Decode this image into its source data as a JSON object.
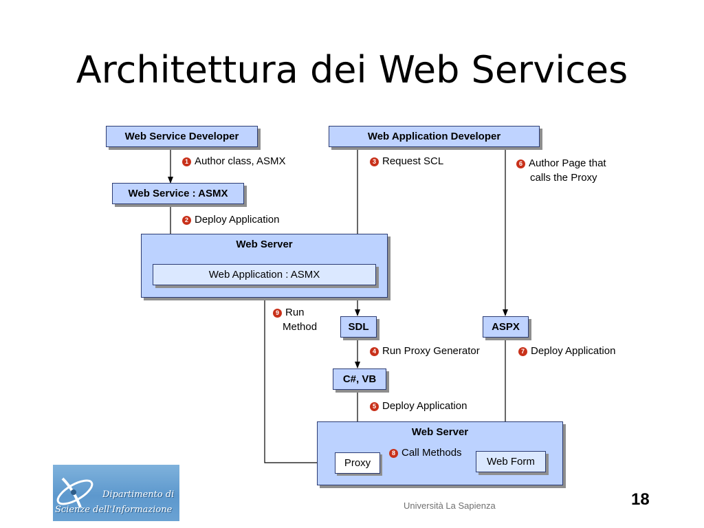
{
  "slide": {
    "title": "Architettura dei Web Services",
    "footer": "Università La Sapienza",
    "page_number": "18"
  },
  "logo": {
    "line1": "Dipartimento di",
    "line2": "Scienze dell'Informazione"
  },
  "diagram": {
    "web_service_developer": "Web Service Developer",
    "web_application_developer": "Web Application Developer",
    "web_service_asmx": "Web Service : ASMX",
    "web_server_1": "Web Server",
    "web_application_asmx": "Web Application : ASMX",
    "sdl": "SDL",
    "aspx": "ASPX",
    "csharp_vb": "C#, VB",
    "web_server_2": "Web Server",
    "proxy": "Proxy",
    "web_form": "Web Form"
  },
  "steps": [
    {
      "num": "1",
      "text": "Author class, ASMX"
    },
    {
      "num": "2",
      "text": "Deploy Application"
    },
    {
      "num": "3",
      "text": "Request SCL"
    },
    {
      "num": "4",
      "text": "Run Proxy Generator"
    },
    {
      "num": "5",
      "text": "Deploy Application"
    },
    {
      "num": "6",
      "line1": "Author Page that",
      "line2": "calls the Proxy"
    },
    {
      "num": "7",
      "text": "Deploy Application"
    },
    {
      "num": "8",
      "text": "Call Methods"
    },
    {
      "num": "9",
      "line1": "Run",
      "line2": "Method"
    }
  ],
  "colors": {
    "box_fill": "#bfd3ff",
    "step_badge": "#c8311a",
    "logo_blue": "#5d98cd"
  }
}
